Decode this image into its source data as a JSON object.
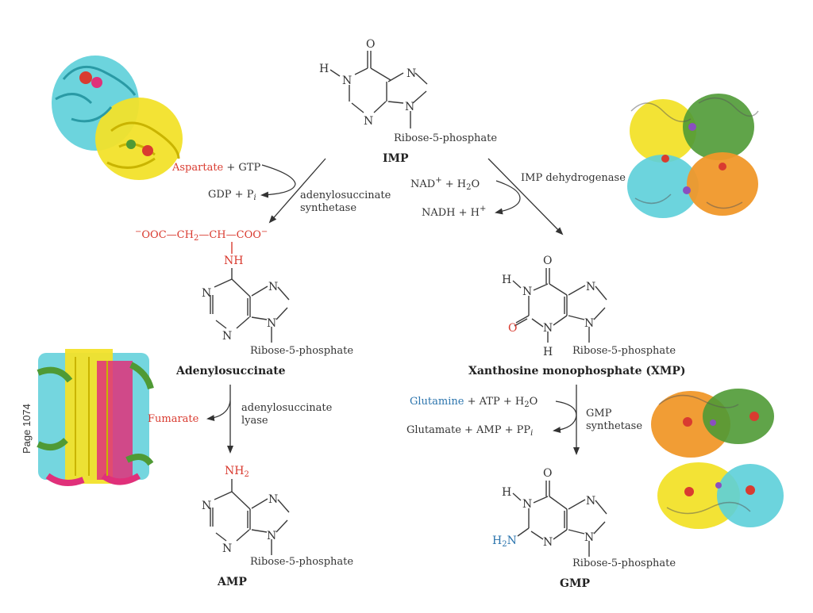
{
  "page_label": "Page 1074",
  "colors": {
    "red": "#d93b30",
    "blue": "#2b74ad",
    "bond": "#3a3a3a",
    "cyan": "#5ccfd9",
    "yellow": "#f2e12a",
    "green": "#4f9a35",
    "orange": "#f0982a",
    "magenta": "#e0307a",
    "purple": "#8a4fc0"
  },
  "atoms": {
    "N": "N",
    "O": "O",
    "H": "H",
    "NH": "NH",
    "NH2_main": "NH",
    "NH2_sub": "2",
    "H2N_pre": "H",
    "H2N_sub": "2",
    "H2N_post": "N"
  },
  "ribose": "Ribose-5-phosphate",
  "compounds": {
    "imp": "IMP",
    "adenylosuccinate": "Adenylosuccinate",
    "amp": "AMP",
    "xmp": "Xanthosine monophosphate (XMP)",
    "gmp": "GMP"
  },
  "succinyl": {
    "ooc_sign": "−",
    "ooc": "OOC",
    "dash": "—",
    "ch2": "CH",
    "ch2_sub": "2",
    "ch": "CH",
    "coo": "COO",
    "coo_sign": "−"
  },
  "reactions": {
    "synthetase": {
      "enzyme_line1": "adenylosuccinate",
      "enzyme_line2": "synthetase",
      "in_red": "Aspartate",
      "in_rest": " + GTP",
      "out_a": "GDP + P",
      "out_sub": "i"
    },
    "dehydrogenase": {
      "enzyme": "IMP dehydrogenase",
      "in_a": "NAD",
      "in_sup": "+",
      "in_b": " + H",
      "in_sub": "2",
      "in_c": "O",
      "out_a": "NADH + H",
      "out_sup": "+"
    },
    "lyase": {
      "enzyme_line1": "adenylosuccinate",
      "enzyme_line2": "lyase",
      "out_red": "Fumarate"
    },
    "gmp_synthetase": {
      "enzyme_line1": "GMP",
      "enzyme_line2": "synthetase",
      "in_blue": "Glutamine",
      "in_a": " + ATP + H",
      "in_sub": "2",
      "in_b": "O",
      "out_a": "Glutamate + AMP + PP",
      "out_sub": "i"
    }
  }
}
